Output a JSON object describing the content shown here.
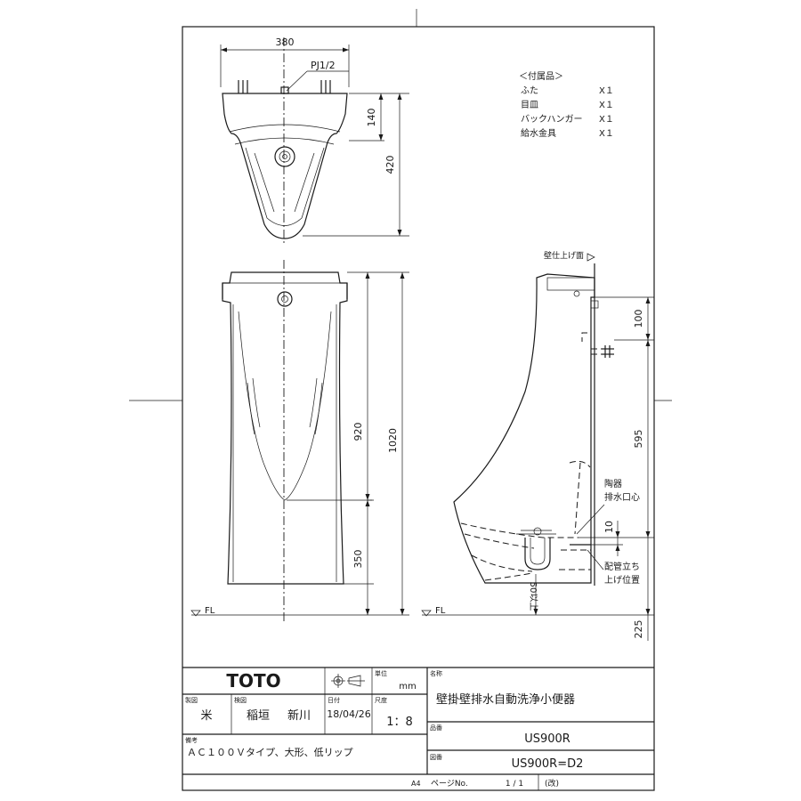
{
  "dimensions": {
    "top_width": "380",
    "pj": "PJ1/2",
    "top_140": "140",
    "top_420": "420",
    "front_920": "920",
    "front_1020": "1020",
    "front_350": "350",
    "side_100": "100",
    "side_595": "595",
    "side_10": "10",
    "side_225": "225",
    "side_50": "50以上"
  },
  "labels": {
    "fl_left": "FL",
    "fl_right": "FL",
    "wall_finish": "壁仕上げ面",
    "ceramic_outlet_1": "陶器",
    "ceramic_outlet_2": "排水口心",
    "piping_1": "配管立ち",
    "piping_2": "上げ位置"
  },
  "accessories": {
    "title": "＜付属品＞",
    "items": [
      {
        "name": "ふた",
        "qty": "X１"
      },
      {
        "name": "目皿",
        "qty": "X１"
      },
      {
        "name": "バックハンガー",
        "qty": "X１"
      },
      {
        "name": "給水金具",
        "qty": "X１"
      }
    ]
  },
  "title_block": {
    "brand": "TOTO",
    "unit_label": "単位",
    "unit": "mm",
    "name_label": "名称",
    "name": "壁掛壁排水自動洗浄小便器",
    "drafter_label": "製図",
    "drafter": "米",
    "checker_label": "検図",
    "checker_1": "稲垣",
    "checker_2": "新川",
    "date_label": "日付",
    "date": "18/04/26",
    "scale_label": "尺度",
    "scale": "1：8",
    "product_label": "品番",
    "product": "US900R",
    "remarks_label": "備考",
    "remarks": "ＡＣ１００Ｖタイプ、大形、低リップ",
    "drawing_label": "図番",
    "drawing": "US900R=D2",
    "paper": "A4",
    "page_label": "ページNo.",
    "page": "1 / 1",
    "rev": "(改)"
  }
}
